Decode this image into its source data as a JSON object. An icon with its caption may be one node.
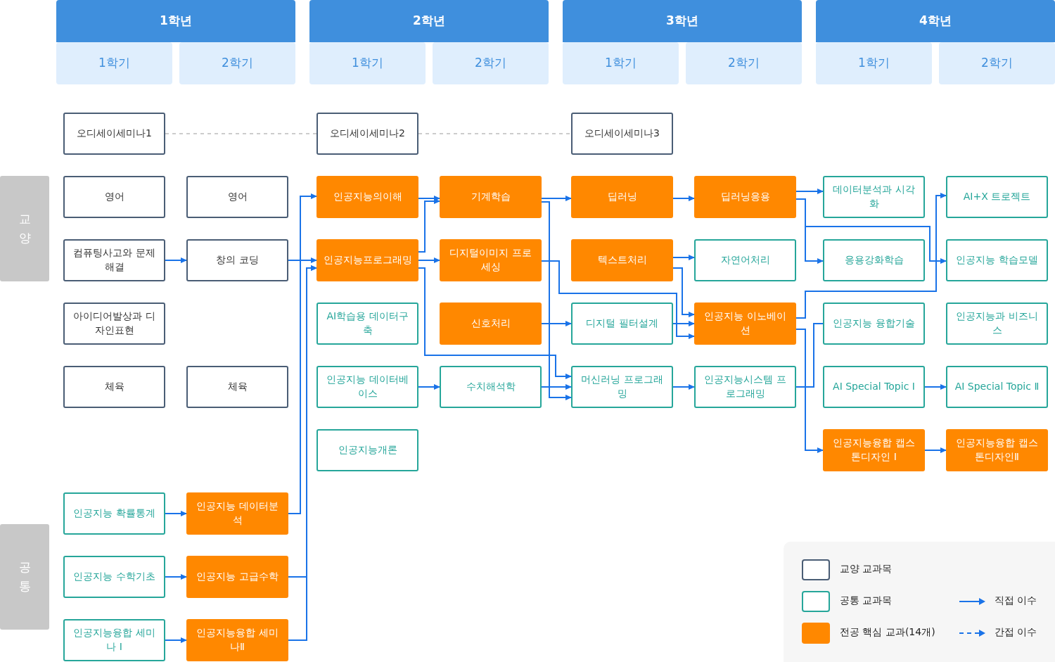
{
  "diagram": {
    "nodes": [
      {
        "text": [
          "1학년"
        ]
      },
      {
        "text": [
          "2학년"
        ]
      },
      {
        "text": [
          "3학년"
        ]
      },
      {
        "text": [
          "4학년"
        ]
      },
      {
        "text": [
          "1학기"
        ]
      },
      {
        "text": [
          "2학기"
        ]
      },
      {
        "text": [
          "1학기"
        ]
      },
      {
        "text": [
          "2학기"
        ]
      },
      {
        "text": [
          "1학기"
        ]
      },
      {
        "text": [
          "2학기"
        ]
      },
      {
        "text": [
          "1학기"
        ]
      },
      {
        "text": [
          "2학기"
        ]
      },
      {
        "text": [
          "교양"
        ]
      },
      {
        "text": [
          "공통"
        ]
      },
      {
        "text": [
          "오디세이세미나1"
        ]
      },
      {
        "text": [
          "오디세이세미나2"
        ]
      },
      {
        "text": [
          "오디세이세미나3"
        ]
      },
      {
        "text": [
          "영어"
        ]
      },
      {
        "text": [
          "영어"
        ]
      },
      {
        "text": [
          "인공지능의이해"
        ]
      },
      {
        "text": [
          "기계학습"
        ]
      },
      {
        "text": [
          "딥러닝"
        ]
      },
      {
        "text": [
          "딥러닝응용"
        ]
      },
      {
        "text": [
          "데이터분석과 시각화"
        ]
      },
      {
        "text": [
          "AI+X 트로젝트"
        ]
      },
      {
        "text": [
          "컴퓨팅사고와 문제해결"
        ]
      },
      {
        "text": [
          "창의 코딩"
        ]
      },
      {
        "text": [
          "인공지능프로그래밍"
        ]
      },
      {
        "text": [
          "디지털이미지 프로세싱"
        ]
      },
      {
        "text": [
          "텍스트처리"
        ]
      },
      {
        "text": [
          "자연어처리"
        ]
      },
      {
        "text": [
          "응용강화학습"
        ]
      },
      {
        "text": [
          "인공지능 학습모델"
        ]
      },
      {
        "text": [
          "아이디어발상과 디자인표현"
        ]
      },
      {
        "text": [
          "AI학습용 데이터구축"
        ]
      },
      {
        "text": [
          "신호처리"
        ]
      },
      {
        "text": [
          "디지털 필터설계"
        ]
      },
      {
        "text": [
          "인공지능 이노베이션"
        ]
      },
      {
        "text": [
          "인공지능 융합기술"
        ]
      },
      {
        "text": [
          "인공지능과 비즈니스"
        ]
      },
      {
        "text": [
          "체육"
        ]
      },
      {
        "text": [
          "체육"
        ]
      },
      {
        "text": [
          "인공지능 데이터베이스"
        ]
      },
      {
        "text": [
          "수치해석학"
        ]
      },
      {
        "text": [
          "머신러닝 프로그래밍"
        ]
      },
      {
        "text": [
          "인공지능시스템 프로그래밍"
        ]
      },
      {
        "text": [
          "AI Special Topic Ⅰ"
        ]
      },
      {
        "text": [
          "AI Special Topic Ⅱ"
        ]
      },
      {
        "text": [
          "인공지능개론"
        ]
      },
      {
        "text": [
          "인공지능융합 캡스톤디자인 Ⅰ"
        ]
      },
      {
        "text": [
          "인공지능융합 캡스톤디자인Ⅱ"
        ]
      },
      {
        "text": [
          "인공지능 확률통계"
        ]
      },
      {
        "text": [
          "인공지능 데이터분석"
        ]
      },
      {
        "text": [
          "인공지능 수학기초"
        ]
      },
      {
        "text": [
          "인공지능 고급수학"
        ]
      },
      {
        "text": [
          "인공지능융합 세미나 Ⅰ"
        ]
      },
      {
        "text": [
          "인공지능융합 세미나Ⅱ"
        ]
      }
    ],
    "edges": [
      {
        "from": 14,
        "to": 15,
        "arrow": "none",
        "style": "dashed",
        "color": "#cccccc"
      },
      {
        "from": 15,
        "to": 16,
        "arrow": "none",
        "style": "dashed",
        "color": "#cccccc"
      },
      {
        "from": 25,
        "to": 26,
        "arrow": "to"
      },
      {
        "from": 26,
        "to": 27,
        "arrow": "to"
      },
      {
        "from": 52,
        "to": 19,
        "arrow": "to"
      },
      {
        "from": 54,
        "to": 27,
        "arrow": "to"
      },
      {
        "from": 56,
        "to": 27,
        "arrow": "to"
      },
      {
        "from": 19,
        "to": 20,
        "arrow": "to"
      },
      {
        "from": 27,
        "to": 20,
        "arrow": "to"
      },
      {
        "from": 27,
        "to": 28,
        "arrow": "to"
      },
      {
        "from": 27,
        "to": 44,
        "arrow": "to"
      },
      {
        "from": 20,
        "to": 21,
        "arrow": "to"
      },
      {
        "from": 20,
        "to": 44,
        "arrow": "to"
      },
      {
        "from": 28,
        "to": 37,
        "arrow": "to"
      },
      {
        "from": 29,
        "to": 30,
        "arrow": "to"
      },
      {
        "from": 29,
        "to": 37,
        "arrow": "to"
      },
      {
        "from": 35,
        "to": 36,
        "arrow": "to"
      },
      {
        "from": 36,
        "to": 37,
        "arrow": "to"
      },
      {
        "from": 42,
        "to": 43,
        "arrow": "to"
      },
      {
        "from": 43,
        "to": 44,
        "arrow": "to"
      },
      {
        "from": 44,
        "to": 45,
        "arrow": "to"
      },
      {
        "from": 21,
        "to": 22,
        "arrow": "to"
      },
      {
        "from": 22,
        "to": 23,
        "arrow": "to"
      },
      {
        "from": 22,
        "to": 31,
        "arrow": "to"
      },
      {
        "from": 22,
        "to": 32,
        "arrow": "to"
      },
      {
        "from": 37,
        "to": 24,
        "arrow": "to"
      },
      {
        "from": 37,
        "to": 49,
        "arrow": "to"
      },
      {
        "from": 45,
        "to": 38,
        "arrow": "none"
      },
      {
        "from": 46,
        "to": 47,
        "arrow": "to"
      },
      {
        "from": 49,
        "to": 50,
        "arrow": "to"
      },
      {
        "from": 51,
        "to": 52,
        "arrow": "to"
      },
      {
        "from": 53,
        "to": 54,
        "arrow": "to"
      },
      {
        "from": 55,
        "to": 56,
        "arrow": "to"
      }
    ],
    "legend": [
      {
        "text": "교양 교과목",
        "color": "#4a5d75"
      },
      {
        "text": "공통 교과목",
        "color": "#26a69a"
      },
      {
        "text": "전공 핵심 교과(14개)",
        "color": "#ff8800"
      },
      {
        "text": "직접 이수"
      },
      {
        "text": "간접 이수"
      }
    ]
  }
}
